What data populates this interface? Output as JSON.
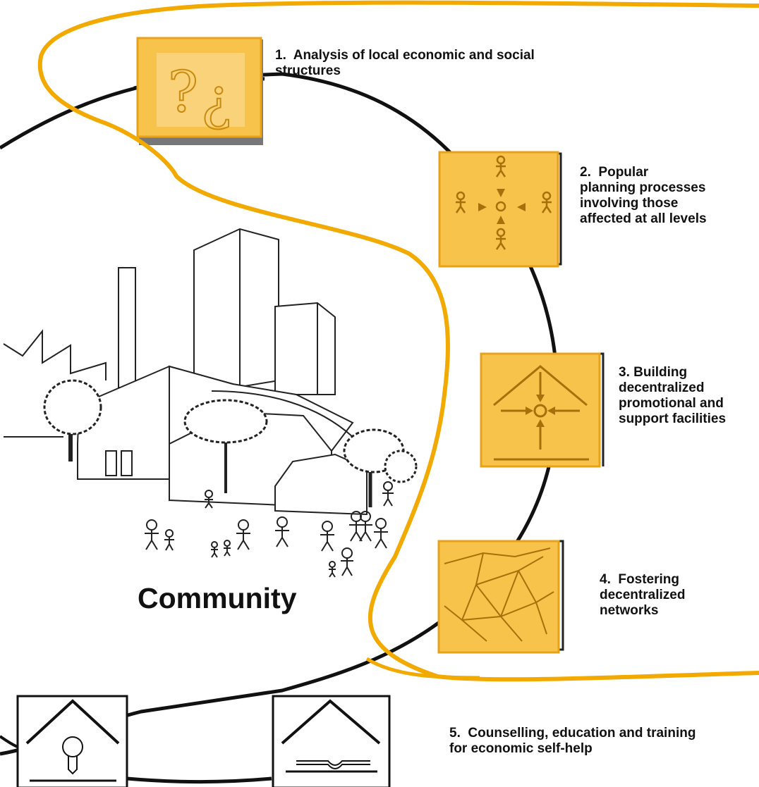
{
  "diagram": {
    "center_label": "Community",
    "steps": [
      {
        "number_text": "1.",
        "text": "Analysis of local economic and social structures",
        "icon": "question-marks-icon",
        "highlighted": true
      },
      {
        "number_text": "2.",
        "text": "Popular planning processes involving those affected at all levels",
        "icon": "people-converging-icon",
        "highlighted": true
      },
      {
        "number_text": "3.",
        "text": "Building decentralized promotional and support facilities",
        "icon": "house-arrows-icon",
        "highlighted": true
      },
      {
        "number_text": "4.",
        "text": "Fostering decentralized networks",
        "icon": "network-web-icon",
        "highlighted": true
      },
      {
        "number_text": "5.",
        "text": "Counselling, education and training for economic self-help",
        "icon": "house-book-icon",
        "highlighted": false
      },
      {
        "number_text": "",
        "text": "",
        "icon": "house-lightbulb-icon",
        "highlighted": false
      }
    ],
    "colors": {
      "highlight_fill": "#f8c34a",
      "highlight_stroke": "#e8a21a",
      "outline": "#f2a900",
      "line": "#111111"
    }
  }
}
